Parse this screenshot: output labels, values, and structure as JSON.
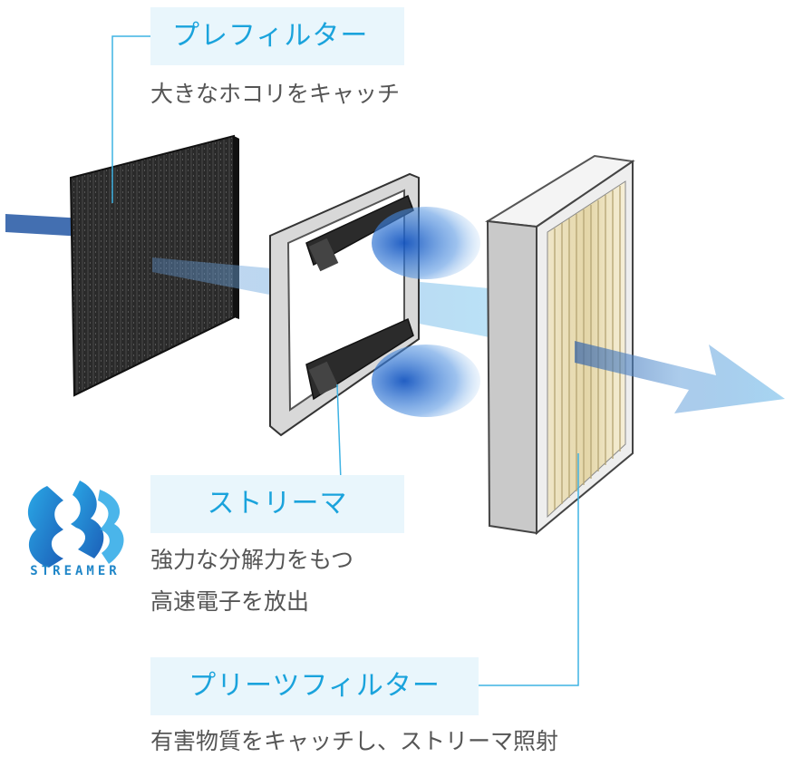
{
  "labels": {
    "prefilter": "プレフィルター",
    "prefilter_desc": "大きなホコリをキャッチ",
    "streamer": "ストリーマ",
    "streamer_desc_line1": "強力な分解力をもつ",
    "streamer_desc_line2": "高速電子を放出",
    "pleats_filter": "プリーツフィルター",
    "pleats_filter_desc": "有害物質をキャッチし、ストリーマ照射"
  },
  "logo": {
    "name": "streamer-logo-icon",
    "text": "STREAMER"
  },
  "colors": {
    "label_bg": "#e9f6fc",
    "label_text": "#1aa3dc",
    "leader_line": "#3fb3e4",
    "desc_text": "#555555",
    "airflow": "#4a90d9",
    "logo_blue": "#1f86c8"
  },
  "icons": [
    "prefilter-panel",
    "streamer-unit",
    "pleats-filter-panel",
    "airflow-arrow",
    "streamer-discharge-glow"
  ]
}
